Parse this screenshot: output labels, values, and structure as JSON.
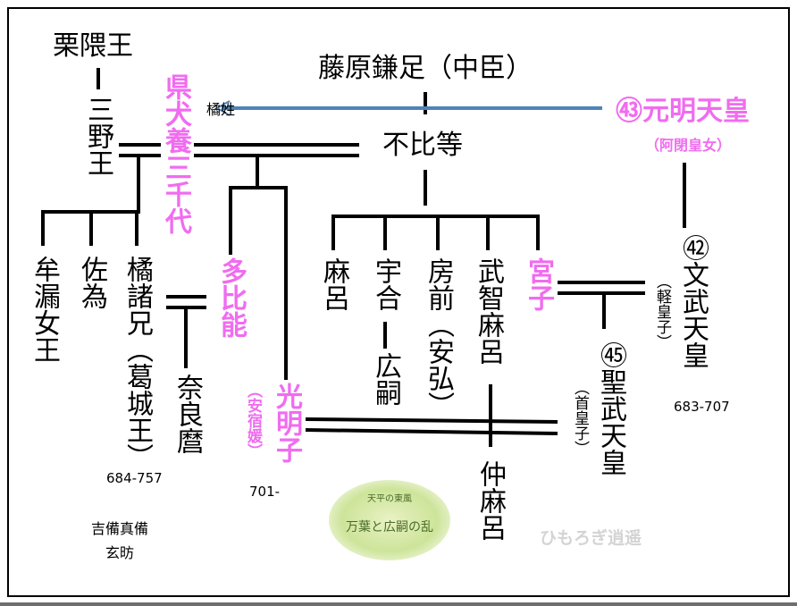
{
  "diagram": {
    "names": {
      "kurikuma": "栗隈王",
      "fujiwara_kamatari": "藤原鎌足（中臣）",
      "genmei": "㊸元明天皇",
      "genmei_sub": "（阿閉皇女）",
      "tachibana_sei": "橘姓",
      "mino": "三野王",
      "agata_inukai": "県犬養三千代",
      "fuhito": "不比等",
      "mumuro": "牟漏女王",
      "sai": "佐為",
      "tachibana_moroe": "橘諸兄（葛城王）",
      "nara_maro": "奈良麿",
      "tahino": "多比能",
      "komyoshi": "光明子",
      "komyoshi_sub": "（安宿媛）",
      "maro": "麻呂",
      "umakai": "宇合",
      "hirotsugu": "広嗣",
      "fusasaki": "房前（安弘）",
      "muchimaro": "武智麻呂",
      "nakamaro": "仲麻呂",
      "miyako": "宮子",
      "mommu": "㊷文武天皇",
      "mommu_sub": "（軽皇子）",
      "shomu": "㊺聖武天皇",
      "shomu_sub": "（首皇子）"
    },
    "dates": {
      "moroe": "684-757",
      "komyoshi": "701-",
      "mommu": "683-707"
    },
    "notes": {
      "kibi": "吉備真備",
      "genbo": "玄昉"
    },
    "badge": {
      "line1": "天平の東風",
      "line2": "万葉と広嗣の乱"
    },
    "watermark": "ひもろぎ逍遥"
  },
  "colors": {
    "highlight": "#f06cf0",
    "arrow": "#4f83b8",
    "line": "#000000"
  }
}
